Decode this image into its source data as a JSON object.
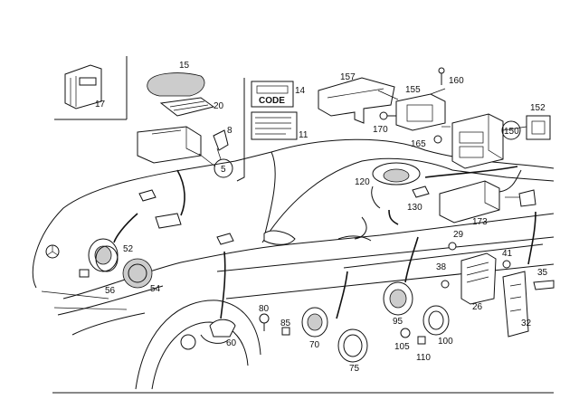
{
  "callouts": {
    "c17": "17",
    "c15": "15",
    "c20": "20",
    "c14": "14",
    "c8": "8",
    "c11": "11",
    "c5": "5",
    "c157": "157",
    "c160": "160",
    "c155": "155",
    "c170": "170",
    "c165": "165",
    "c150": "150",
    "c152": "152",
    "c120": "120",
    "c130": "130",
    "c173": "173",
    "c29": "29",
    "c41": "41",
    "c35": "35",
    "c38": "38",
    "c26": "26",
    "c32": "32",
    "c52": "52",
    "c56": "56",
    "c54": "54",
    "c80": "80",
    "c85": "85",
    "c70": "70",
    "c60": "60",
    "c75": "75",
    "c95": "95",
    "c105": "105",
    "c110": "110",
    "c100": "100"
  },
  "labels": {
    "code_plate": "CODE"
  }
}
